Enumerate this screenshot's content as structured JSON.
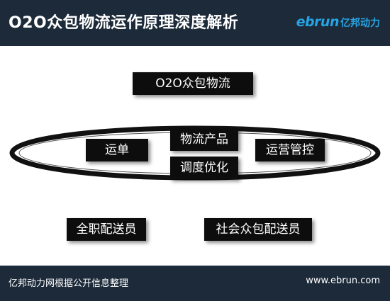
{
  "header": {
    "title": "O2O众包物流运作原理深度解析",
    "logo_en": "ebrun",
    "logo_cn": "亿邦动力"
  },
  "diagram": {
    "top_box": "O2O众包物流",
    "ring_boxes": {
      "left": "运单",
      "center_top": "物流产品",
      "center_bottom": "调度优化",
      "right": "运营管控"
    },
    "bottom_boxes": {
      "left": "全职配送员",
      "right": "社会众包配送员"
    }
  },
  "footer": {
    "source": "亿邦动力网根据公开信息整理",
    "url": "www.ebrun.com"
  },
  "colors": {
    "bar_bg": "#1c2a39",
    "box_bg": "#0d0d0d",
    "logo_blue": "#27a4e3"
  }
}
